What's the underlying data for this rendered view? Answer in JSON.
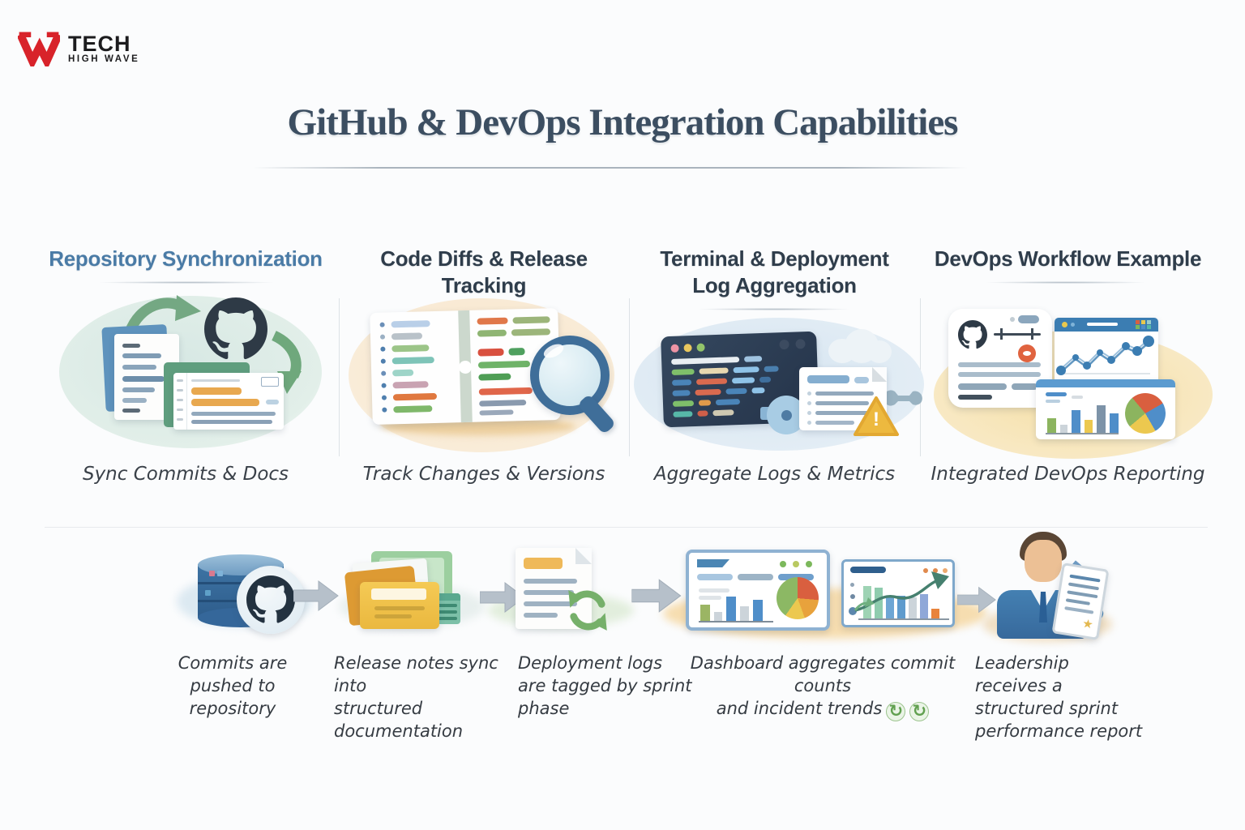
{
  "brand": {
    "name": "TECH",
    "tagline": "HIGH WAVE"
  },
  "title": "GitHub & DevOps Integration Capabilities",
  "columns": [
    {
      "header": "Repository Synchronization",
      "caption": "Sync Commits & Docs"
    },
    {
      "header": "Code Diffs & Release Tracking",
      "caption": "Track Changes & Versions"
    },
    {
      "header": "Terminal & Deployment Log Aggregation",
      "caption": "Aggregate Logs & Metrics"
    },
    {
      "header": "DevOps Workflow Example",
      "caption": "Integrated DevOps Reporting"
    }
  ],
  "workflow": {
    "steps": [
      {
        "icon": "database-octocat-icon",
        "lines": [
          "Commits are",
          "pushed to repository"
        ]
      },
      {
        "icon": "folders-icon",
        "lines": [
          "Release notes sync into",
          "structured documentation"
        ]
      },
      {
        "icon": "document-sync-icon",
        "lines": [
          "Deployment logs",
          "are tagged by sprint phase"
        ]
      },
      {
        "icon": "dashboards-icon",
        "lines": [
          "Dashboard aggregates commit counts",
          "and incident trends"
        ],
        "badge_glyph": "↻"
      },
      {
        "icon": "leadership-report-icon",
        "lines": [
          "Leadership receives a",
          "structured sprint",
          "performance report"
        ]
      }
    ]
  },
  "icons": {
    "warning_glyph": "!",
    "star_glyph": "★"
  },
  "colors": {
    "logo_red": "#d8232a",
    "title": "#3c4e61",
    "header_blue": "#4a7ba6",
    "header_dark": "#2f3d4b",
    "caption": "#3a4149",
    "arrow_gray": "#b6c0ca",
    "green_arrow": "#74a883",
    "terminal_navy": "#2c3e54",
    "warning_yellow": "#edb93f",
    "blob_green": "#d9e8e3",
    "blob_peach": "#f7e3c6",
    "blob_blue": "#d8e6f1",
    "blob_yellow": "#f6e2ae"
  }
}
